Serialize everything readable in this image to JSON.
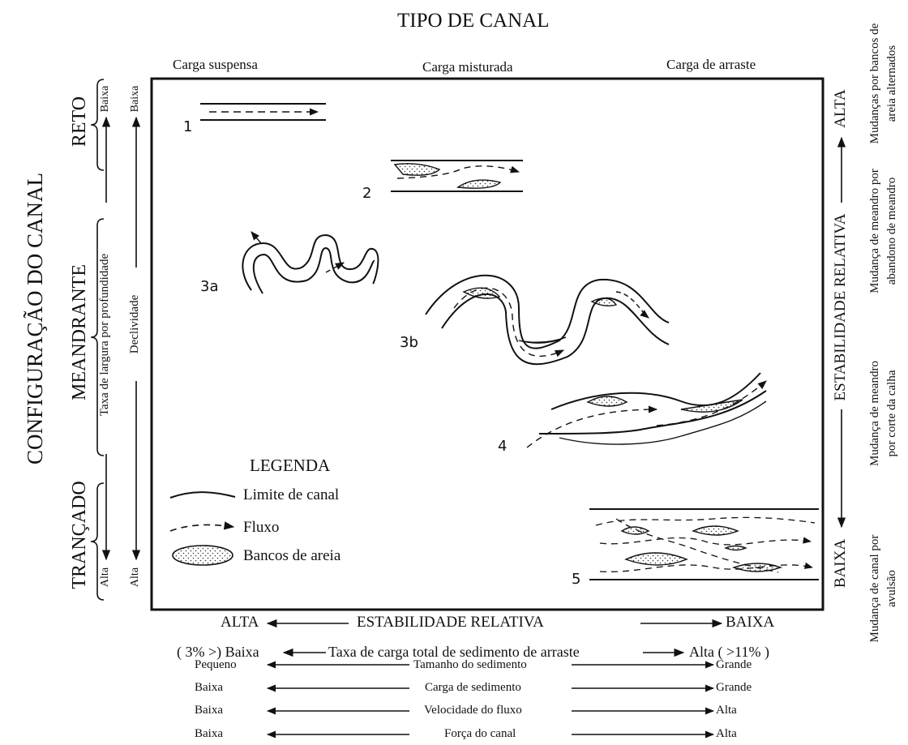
{
  "title_top": "TIPO DE CANAL",
  "title_left": "CONFIGURAÇÃO DO CANAL",
  "load_types": [
    "Carga suspensa",
    "Carga misturada",
    "Carga de arraste"
  ],
  "configs": {
    "reto": "RETO",
    "meandrante": "MEANDRANTE",
    "trancado": "TRANÇADO"
  },
  "left_axis": {
    "width_depth_label": "Taxa de largura por profundidade",
    "width_depth_top": "Baixa",
    "width_depth_bottom": "Alta",
    "slope_label": "Declividade",
    "slope_top": "Baixa",
    "slope_bottom": "Alta"
  },
  "right_axis": {
    "label": "ESTABILIDADE RELATIVA",
    "top": "ALTA",
    "bottom": "BAIXA"
  },
  "change_notes": [
    "Mudanças por bancos de areia alternados",
    "Mudança de meandro por abandono de meandro",
    "Mudança de meandro por corte da calha",
    "Mudança de canal por avulsão"
  ],
  "channel_numbers": [
    "1",
    "2",
    "3a",
    "3b",
    "4",
    "5"
  ],
  "legend": {
    "title": "LEGENDA",
    "items": [
      "Limite de canal",
      "Fluxo",
      "Bancos de areia"
    ]
  },
  "bottom_axes": {
    "stability": {
      "left": "ALTA",
      "label": "ESTABILIDADE RELATIVA",
      "right": "BAIXA"
    },
    "bedload_ratio": {
      "left": "( 3% >) Baixa",
      "label": "Taxa de carga total de sedimento de arraste",
      "right": "Alta  ( >11% )"
    },
    "rows": [
      {
        "left": "Pequeno",
        "label": "Tamanho do sedimento",
        "right": "Grande"
      },
      {
        "left": "Baixa",
        "label": "Carga de sedimento",
        "right": "Grande"
      },
      {
        "left": "Baixa",
        "label": "Velocidade do fluxo",
        "right": "Alta"
      },
      {
        "left": "Baixa",
        "label": "Força do canal",
        "right": "Alta"
      }
    ]
  }
}
